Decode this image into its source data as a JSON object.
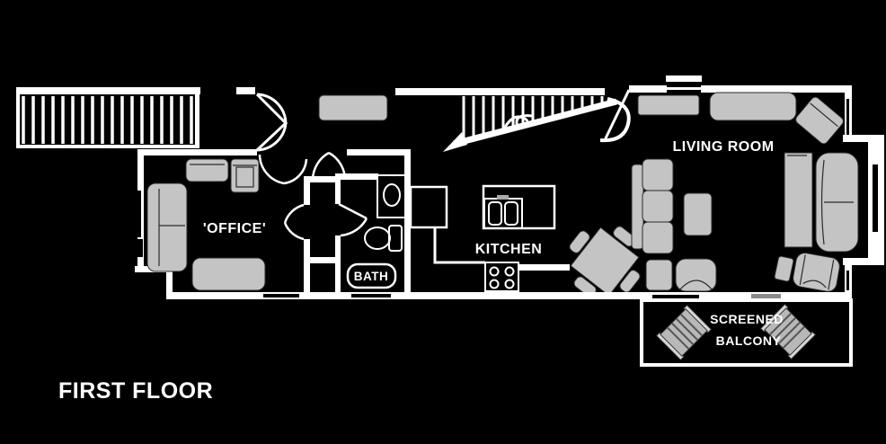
{
  "title": "FIRST FLOOR",
  "labels": {
    "office": "'OFFICE'",
    "bath": "BATH",
    "kitchen": "KITCHEN",
    "living_room": "LIVING ROOM",
    "balcony_line1": "SCREENED",
    "balcony_line2": "BALCONY"
  },
  "colors": {
    "background": "#000000",
    "walls": "#ffffff",
    "furniture": "#c4c4c4"
  }
}
